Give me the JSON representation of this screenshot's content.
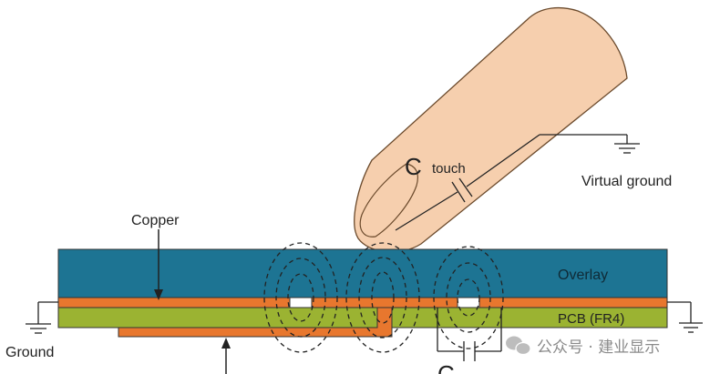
{
  "labels": {
    "c_symbol": "C",
    "c_touch_sub": "touch",
    "virtual_ground": "Virtual ground",
    "copper": "Copper",
    "overlay": "Overlay",
    "pcb": "PCB (FR4)",
    "ground": "Ground",
    "c_bottom": "C"
  },
  "watermark": {
    "text": "公众号 · 建业显示",
    "icon": "wechat-icon"
  },
  "colors": {
    "finger_fill": "#f6cfae",
    "finger_stroke": "#6b4a2c",
    "overlay_fill": "#1d7493",
    "copper_fill": "#e8772e",
    "pcb_fill": "#9bb332",
    "pad_fill": "#ffffff",
    "line": "#222222"
  }
}
